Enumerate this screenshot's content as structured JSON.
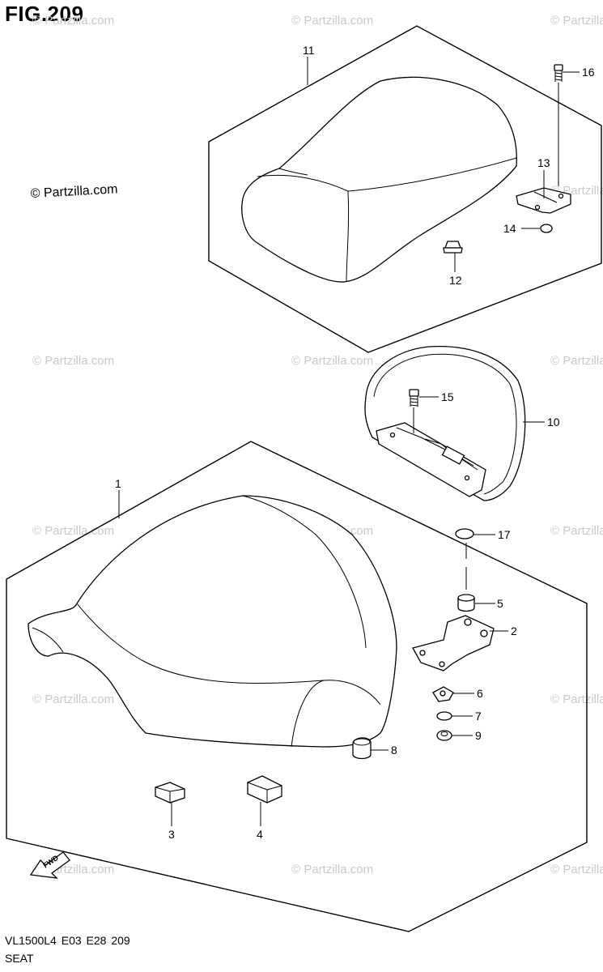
{
  "figure": {
    "title": "FIG.209",
    "model_line": "VL1500L4  E03  E28  209",
    "name": "SEAT"
  },
  "watermark": {
    "text": "© Partzilla.com",
    "prominent_text": "© Partzilla.com"
  },
  "parts": [
    {
      "label": "1"
    },
    {
      "label": "2"
    },
    {
      "label": "3"
    },
    {
      "label": "4"
    },
    {
      "label": "5"
    },
    {
      "label": "6"
    },
    {
      "label": "7"
    },
    {
      "label": "8"
    },
    {
      "label": "9"
    },
    {
      "label": "10"
    },
    {
      "label": "11"
    },
    {
      "label": "12"
    },
    {
      "label": "13"
    },
    {
      "label": "14"
    },
    {
      "label": "15"
    },
    {
      "label": "16"
    },
    {
      "label": "17"
    }
  ],
  "direction_arrow": {
    "label": "FWD"
  }
}
